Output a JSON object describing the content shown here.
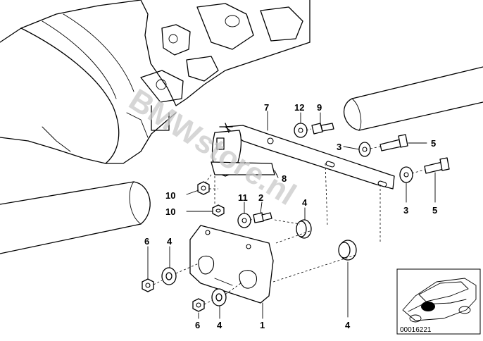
{
  "callouts": {
    "p1": "1",
    "p2": "2",
    "p3a": "3",
    "p3b": "3",
    "p4a": "4",
    "p4b": "4",
    "p4c": "4",
    "p4d": "4",
    "p5a": "5",
    "p5b": "5",
    "p6a": "6",
    "p6b": "6",
    "p7": "7",
    "p8": "8",
    "p9": "9",
    "p10a": "10",
    "p10b": "10",
    "p11": "11",
    "p12": "12"
  },
  "watermark": "BMWstore.nl",
  "reference_id": "00016221",
  "colors": {
    "ink": "#000000",
    "watermark": "#c8c8c8",
    "background": "#ffffff"
  }
}
